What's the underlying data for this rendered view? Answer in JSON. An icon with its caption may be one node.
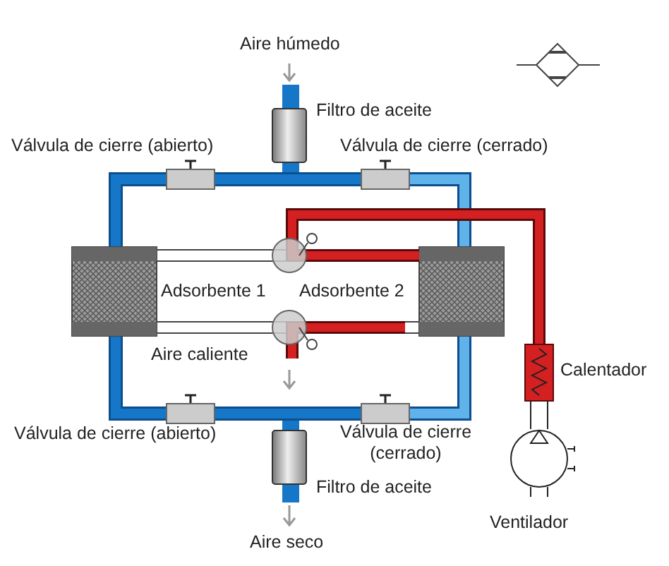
{
  "diagram": {
    "labels": [
      "Aire húmedo",
      "Filtro de aceite",
      "Válvula de cierre (abierto)",
      "Válvula de cierre (cerrado)",
      "Adsorbente 1",
      "Adsorbente 2",
      "Aire caliente",
      "Calentador",
      "Válvula de cierre (abierto)",
      "Válvula de cierre (cerrado)",
      "Filtro de aceite",
      "Ventilador",
      "Aire seco"
    ]
  }
}
